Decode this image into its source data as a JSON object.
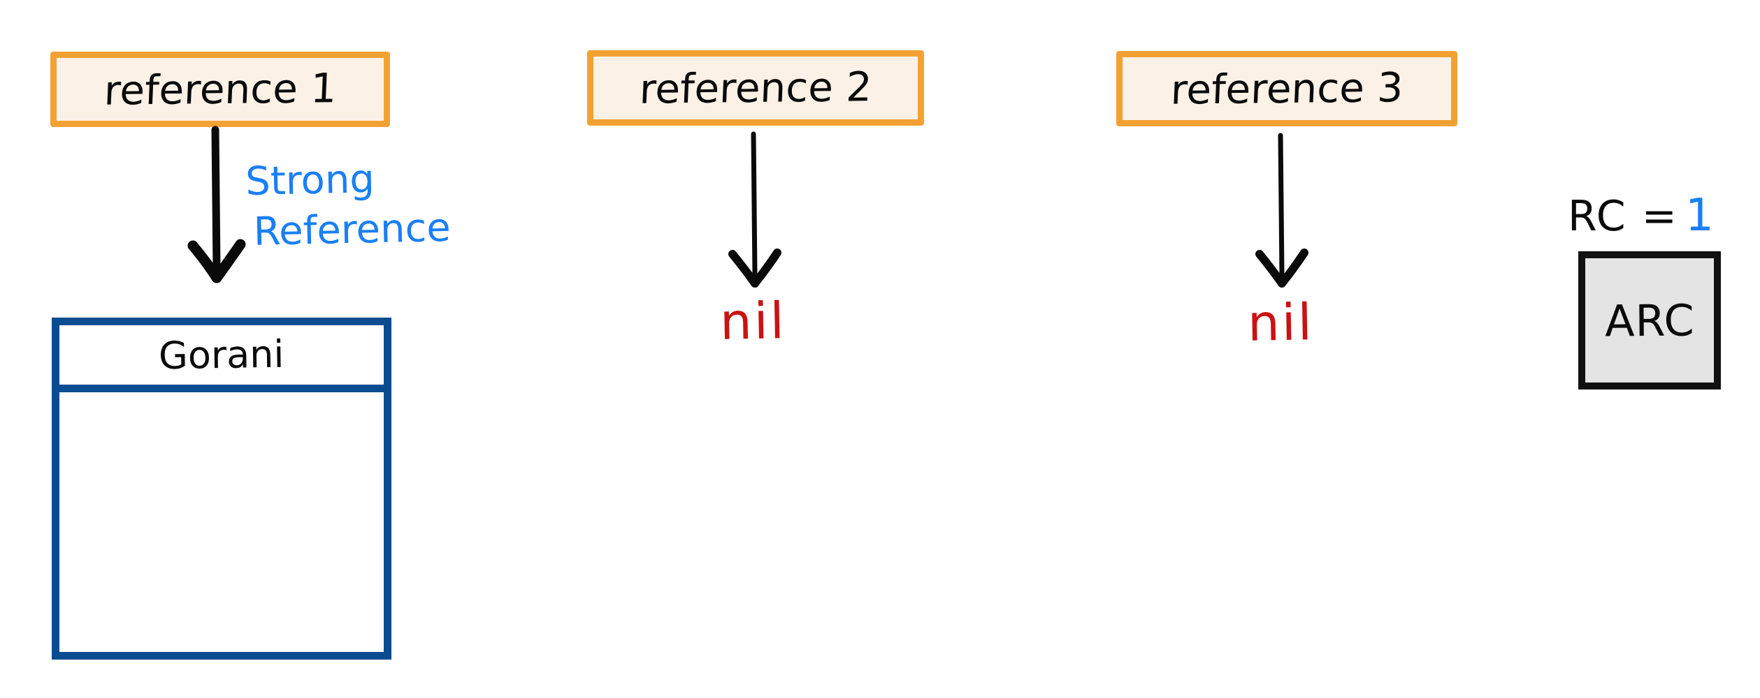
{
  "diagram": {
    "title": "ARC strong reference diagram",
    "background_color": "#ffffff",
    "references": [
      {
        "id": "reference-1",
        "label": "reference 1",
        "border_color": "#f3a133",
        "fill_color": "#fcf1e6",
        "target": "object",
        "arrow_label": "Strong Reference"
      },
      {
        "id": "reference-2",
        "label": "reference 2",
        "border_color": "#f3a133",
        "fill_color": "#fcf1e6",
        "target": "nil",
        "arrow_label": ""
      },
      {
        "id": "reference-3",
        "label": "reference 3",
        "border_color": "#f3a133",
        "fill_color": "#fcf1e6",
        "target": "nil",
        "arrow_label": ""
      }
    ],
    "annotation": {
      "line1": "Strong",
      "line2": "Reference",
      "color": "#1a7ff5"
    },
    "object_box": {
      "title": "Gorani",
      "border_color": "#0a4c91",
      "fill_color": "#ffffff"
    },
    "nil_values": [
      {
        "text": "nil",
        "color": "#cc1111"
      },
      {
        "text": "nil",
        "color": "#cc1111"
      }
    ],
    "arc": {
      "rc_prefix": "RC =",
      "rc_value": "1",
      "rc_value_color": "#1a7ff5",
      "box_label": "ARC",
      "box_border_color": "#111111",
      "box_fill_color": "#e4e4e4"
    },
    "icons": {
      "arrow_down": "arrow-down-icon"
    }
  }
}
